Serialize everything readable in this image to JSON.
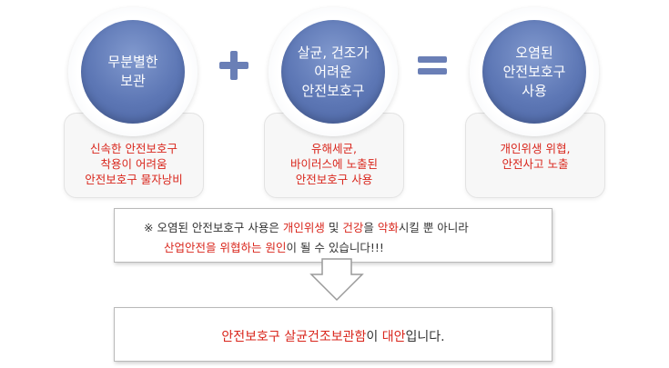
{
  "items": [
    {
      "circle_text": "무분별한\n보관",
      "card_text": "신속한 안전보호구\n착용이 어려움\n안전보호구 물자낭비"
    },
    {
      "circle_text": "살균, 건조가\n어려운\n안전보호구",
      "card_text": "유해세균,\n바이러스에 노출된\n안전보호구 사용"
    },
    {
      "circle_text": "오염된\n안전보호구\n사용",
      "card_text": "개인위생 위협,\n안전사고 노출"
    }
  ],
  "operators": {
    "plus_icon": "plus-icon",
    "equals_icon": "equals-icon"
  },
  "note": {
    "line1": {
      "prefix": "※ 오염된 안전보호구 사용은 ",
      "r1": "개인위생",
      "t1": " 및 ",
      "r2": "건강",
      "t2": "을 ",
      "r3": "악화",
      "t3": "시킬 뿐 아니라"
    },
    "line2": {
      "r1": "산업안전을 위협하는 원인",
      "t1": "이 될 수 있습니다!!!"
    }
  },
  "arrow_icon": "down-arrow-icon",
  "result": {
    "r1": "안전보호구 살균건조보관함",
    "t1": "이 ",
    "r2": "대안",
    "t2": "입니다."
  },
  "colors": {
    "accent_red": "#d9261c",
    "circle_blue": "#5d77b5",
    "operator_blue": "#6a7fb6",
    "text_gray": "#333333"
  }
}
